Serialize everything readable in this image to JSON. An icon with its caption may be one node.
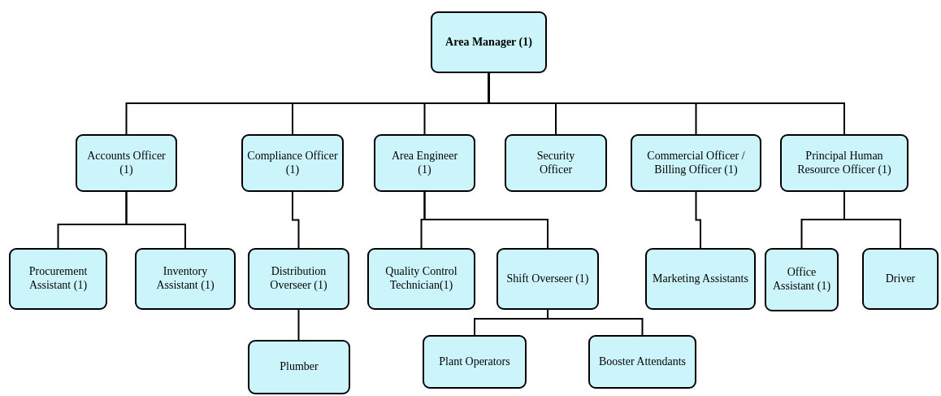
{
  "diagram": {
    "nodes": [
      {
        "text": [
          "Area Manager (1)"
        ]
      },
      {
        "text": [
          "Accounts Officer (1)"
        ]
      },
      {
        "text": [
          "Compliance Officer (1)"
        ]
      },
      {
        "text": [
          "Area Engineer (1)"
        ]
      },
      {
        "text": [
          "Security Officer"
        ]
      },
      {
        "text": [
          "Commercial Officer / Billing Officer (1)"
        ]
      },
      {
        "text": [
          "Principal Human Resource Officer (1)"
        ]
      },
      {
        "text": [
          "Procurement Assistant (1)"
        ]
      },
      {
        "text": [
          "Inventory Assistant (1)"
        ]
      },
      {
        "text": [
          "Distribution Overseer (1)"
        ]
      },
      {
        "text": [
          "Quality Control Technician(1)"
        ]
      },
      {
        "text": [
          "Shift Overseer (1)"
        ]
      },
      {
        "text": [
          "Marketing Assistants"
        ]
      },
      {
        "text": [
          "Office Assistant (1)"
        ]
      },
      {
        "text": [
          "Driver"
        ]
      },
      {
        "text": [
          "Plumber"
        ]
      },
      {
        "text": [
          "Plant Operators"
        ]
      },
      {
        "text": [
          "Booster Attendants"
        ]
      }
    ],
    "edges": [
      {
        "from": 0,
        "to": 1,
        "arrow": "none"
      },
      {
        "from": 0,
        "to": 2,
        "arrow": "none"
      },
      {
        "from": 0,
        "to": 3,
        "arrow": "none"
      },
      {
        "from": 0,
        "to": 4,
        "arrow": "none"
      },
      {
        "from": 0,
        "to": 5,
        "arrow": "none"
      },
      {
        "from": 0,
        "to": 6,
        "arrow": "none"
      },
      {
        "from": 1,
        "to": 7,
        "arrow": "none"
      },
      {
        "from": 1,
        "to": 8,
        "arrow": "none"
      },
      {
        "from": 2,
        "to": 9,
        "arrow": "none"
      },
      {
        "from": 3,
        "to": 10,
        "arrow": "none"
      },
      {
        "from": 3,
        "to": 11,
        "arrow": "none"
      },
      {
        "from": 5,
        "to": 12,
        "arrow": "none"
      },
      {
        "from": 6,
        "to": 13,
        "arrow": "none"
      },
      {
        "from": 6,
        "to": 14,
        "arrow": "none"
      },
      {
        "from": 9,
        "to": 15,
        "arrow": "none"
      },
      {
        "from": 11,
        "to": 16,
        "arrow": "none"
      },
      {
        "from": 11,
        "to": 17,
        "arrow": "none"
      }
    ]
  }
}
